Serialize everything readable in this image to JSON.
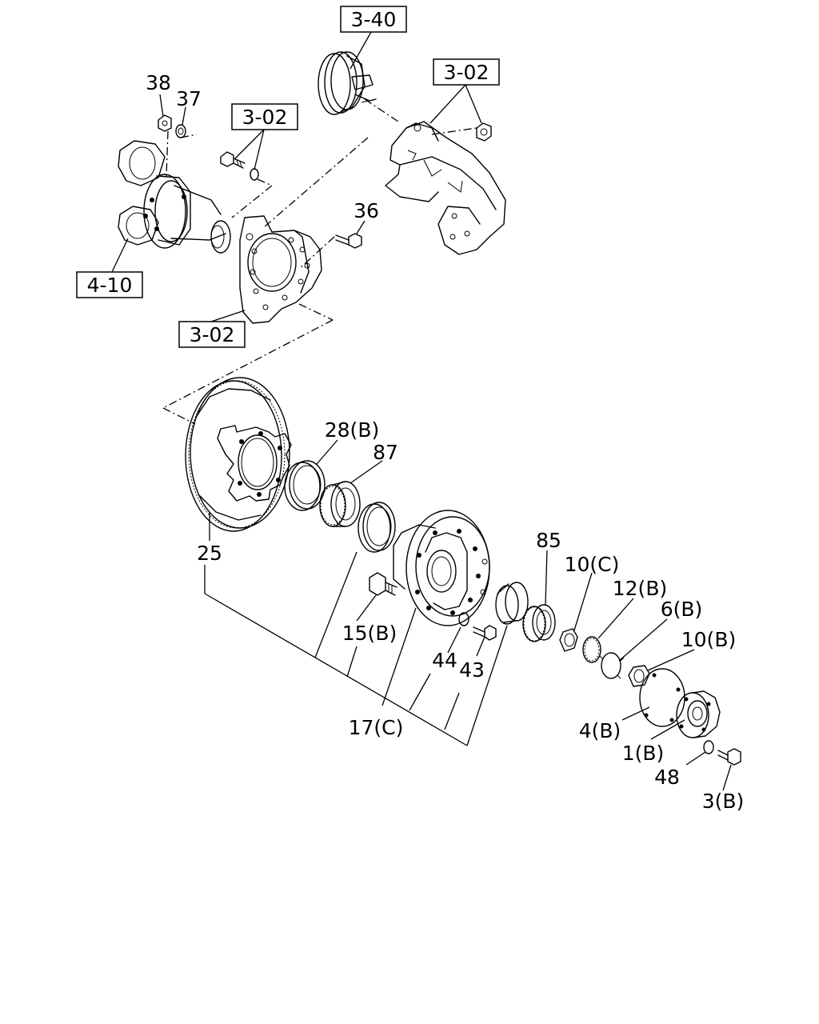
{
  "refs": {
    "r340": "3-40",
    "r302_top": "3-02",
    "r302_mid": "3-02",
    "r410": "4-10",
    "r302_low": "3-02"
  },
  "parts": {
    "p38": "38",
    "p37": "37",
    "p36": "36",
    "p28": "28(B)",
    "p87": "87",
    "p25": "25",
    "p85": "85",
    "p10c": "10(C)",
    "p12b": "12(B)",
    "p6b": "6(B)",
    "p10b": "10(B)",
    "p15b": "15(B)",
    "p44": "44",
    "p43": "43",
    "p17c": "17(C)",
    "p4b": "4(B)",
    "p1b": "1(B)",
    "p48": "48",
    "p3b": "3(B)"
  }
}
